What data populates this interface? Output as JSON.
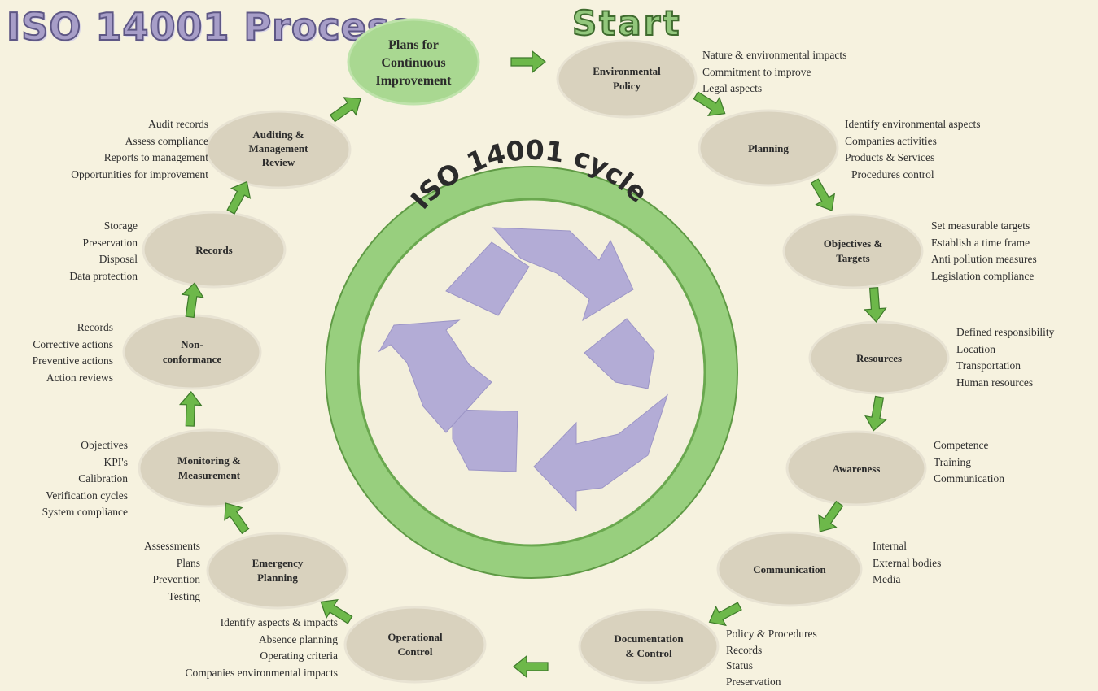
{
  "title": "ISO 14001 Process",
  "start_label": "Start",
  "cycle_label": "ISO 14001 cycle",
  "colors": {
    "node_fill": "#d9d2be",
    "plans_fill": "#a9d891",
    "ring_outer": "#98cf7e",
    "ring_inner": "#7fbf63",
    "arrow_green": "#6db84a",
    "recycle_purple": "#b3acd6"
  },
  "nodes": {
    "plans": {
      "lines": [
        "Plans for",
        "Continuous",
        "Improvement"
      ]
    },
    "environmental_policy": {
      "lines": [
        "Environmental",
        "Policy"
      ],
      "bullets": [
        "Nature & environmental impacts",
        "Commitment to improve",
        "Legal aspects"
      ]
    },
    "planning": {
      "lines": [
        "Planning"
      ],
      "bullets": [
        "Identify environmental aspects",
        "Companies activities",
        "Products & Services",
        "Procedures control"
      ]
    },
    "objectives_targets": {
      "lines": [
        "Objectives &",
        "Targets"
      ],
      "bullets": [
        "Set measurable targets",
        "Establish a time frame",
        "Anti pollution measures",
        "Legislation compliance"
      ]
    },
    "resources": {
      "lines": [
        "Resources"
      ],
      "bullets": [
        "Defined responsibility",
        "Location",
        "Transportation",
        "Human resources"
      ]
    },
    "awareness": {
      "lines": [
        "Awareness"
      ],
      "bullets": [
        "Competence",
        "Training",
        "Communication"
      ]
    },
    "communication": {
      "lines": [
        "Communication"
      ],
      "bullets": [
        "Internal",
        "External bodies",
        "Media"
      ]
    },
    "documentation_control": {
      "lines": [
        "Documentation",
        "& Control"
      ],
      "bullets": [
        "Policy & Procedures",
        "Records",
        "Status",
        "Preservation"
      ]
    },
    "operational_control": {
      "lines": [
        "Operational",
        "Control"
      ],
      "bullets": [
        "Identify aspects & impacts",
        "Absence planning",
        "Operating criteria",
        "Companies environmental impacts"
      ]
    },
    "emergency_planning": {
      "lines": [
        "Emergency",
        "Planning"
      ],
      "bullets": [
        "Assessments",
        "Plans",
        "Prevention",
        "Testing"
      ]
    },
    "monitoring_measurement": {
      "lines": [
        "Monitoring &",
        "Measurement"
      ],
      "bullets": [
        "Objectives",
        "KPI's",
        "Calibration",
        "Verification cycles",
        "System compliance"
      ]
    },
    "nonconformance": {
      "lines": [
        "Non-",
        "conformance"
      ],
      "bullets": [
        "Records",
        "Corrective actions",
        "Preventive actions",
        "Action reviews"
      ]
    },
    "records": {
      "lines": [
        "Records"
      ],
      "bullets": [
        "Storage",
        "Preservation",
        "Disposal",
        "Data protection"
      ]
    },
    "auditing_review": {
      "lines": [
        "Auditing &",
        "Management",
        "Review"
      ],
      "bullets": [
        "Audit records",
        "Assess compliance",
        "Reports to management",
        "Opportunities for improvement"
      ]
    }
  }
}
